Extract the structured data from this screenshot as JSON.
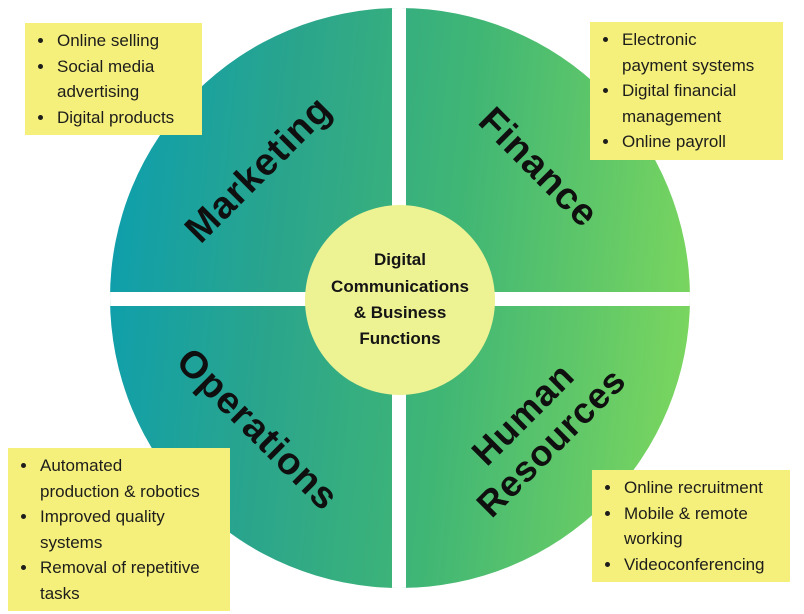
{
  "center": {
    "label": "Digital Communications & Business Functions"
  },
  "quadrants": {
    "marketing": {
      "label": "Marketing",
      "notes": [
        "Online selling",
        "Social media\nadvertising",
        "Digital products"
      ]
    },
    "finance": {
      "label": "Finance",
      "notes": [
        "Electronic\npayment systems",
        "Digital financial\nmanagement",
        "Online payroll"
      ]
    },
    "operations": {
      "label": "Operations",
      "notes": [
        "Automated\nproduction & robotics",
        "Improved quality\nsystems",
        "Removal of repetitive\ntasks"
      ]
    },
    "human_resources": {
      "label": "Human Resources",
      "notes": [
        "Online recruitment",
        "Mobile & remote\nworking",
        "Videoconferencing"
      ]
    }
  },
  "colors": {
    "gradient_teal": "#0b9eb0",
    "gradient_green": "#40b675",
    "gradient_light_green": "#80d95c",
    "center_circle": "#edf293",
    "note_box_yellow": "#f5ef7c",
    "text": "#1d1d1b",
    "background": "#ffffff"
  }
}
